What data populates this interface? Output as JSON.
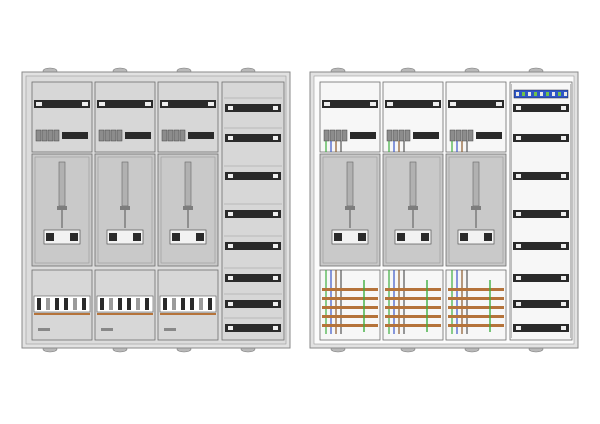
{
  "colors": {
    "background": "#ffffff",
    "enclosure_frame": "#e2e2e2",
    "enclosure_border": "#8a8a8a",
    "panel_cover": "#c9c9c9",
    "panel_cover_light": "#d7d7d7",
    "panel_border": "#6f6f6f",
    "din_rail_dark": "#2a2a2a",
    "busbar_copper": "#b5733a",
    "wire_green": "#3fae3f",
    "wire_blue": "#3b57c9",
    "wire_brown": "#8b5a2b",
    "terminal_strip_blue": "#2e56c8",
    "terminal_strip_green": "#6fc24a",
    "interior_white": "#f7f7f7"
  },
  "cabinets": [
    {
      "id": "closed-front-view",
      "variant": "covered",
      "meter_columns": 3,
      "distribution_rows": 6
    },
    {
      "id": "open-interior-view",
      "variant": "open",
      "meter_columns": 3,
      "distribution_rows": 6
    }
  ]
}
